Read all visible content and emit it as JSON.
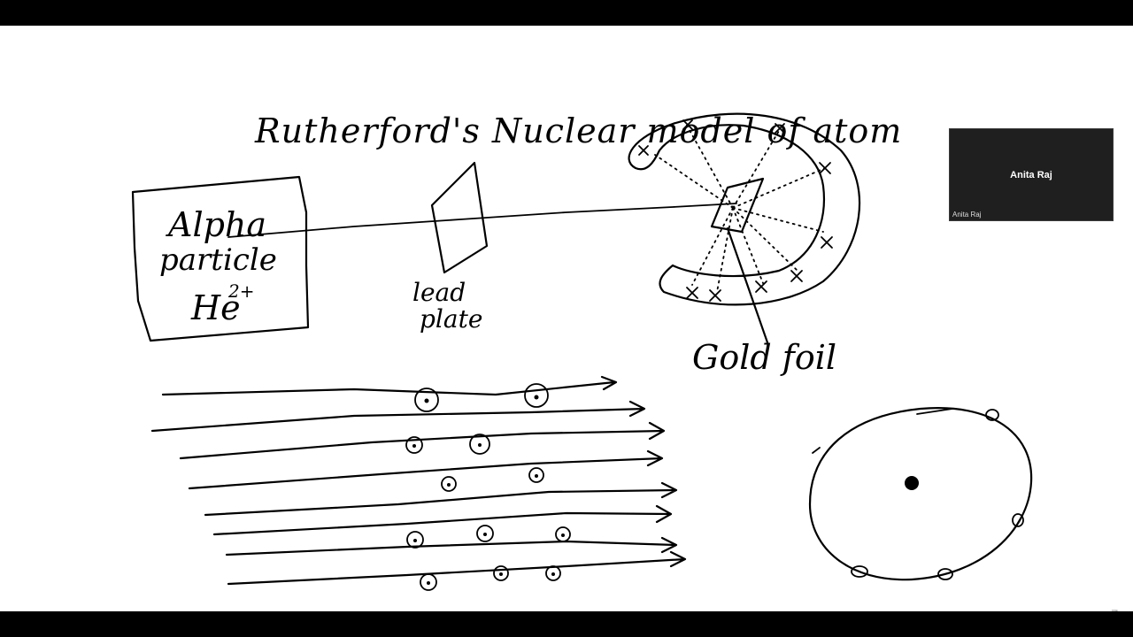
{
  "whiteboard": {
    "title": "Rutherford's Nuclear model of atom",
    "box_label_line1": "Alpha",
    "box_label_line2": "particle",
    "box_label_line3": "He",
    "box_label_sup": "2+",
    "lead_plate_line1": "lead",
    "lead_plate_line2": "plate",
    "gold_foil_label": "Gold foil"
  },
  "participant": {
    "name": "Anita Raj",
    "caption": "Anita Raj"
  },
  "icons": {
    "corner": "expand-icon"
  }
}
